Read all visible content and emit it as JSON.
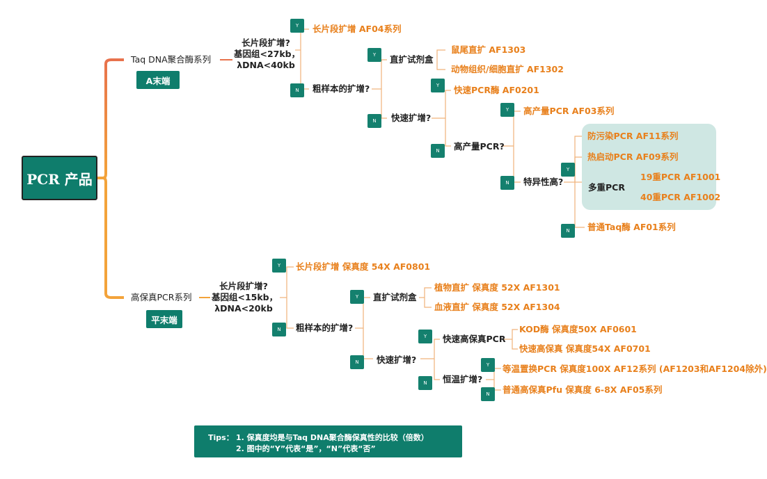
{
  "root": "PCR 产品",
  "upper": {
    "series": "Taq DNA聚合酶系列",
    "tag": "A末端",
    "q1": [
      "长片段扩增?",
      "基因组<27kb，",
      "λDNA<40kb"
    ],
    "y1": "长片段扩增 AF04系列",
    "q2": "粗样本的扩增?",
    "q3": "直扩试剂盒",
    "kit1": "鼠尾直扩 AF1303",
    "kit2": "动物组织/细胞直扩 AF1302",
    "q4": "快速扩增?",
    "fast": "快速PCR酶 AF0201",
    "q5": "高产量PCR?",
    "high": "高产量PCR AF03系列",
    "q6": "特异性高?",
    "spec1": "防污染PCR AF11系列",
    "spec2": "热启动PCR AF09系列",
    "multi": "多重PCR",
    "m1": "19重PCR AF1001",
    "m2": "40重PCR AF1002",
    "normal": "普通Taq酶 AF01系列"
  },
  "lower": {
    "series": "高保真PCR系列",
    "tag": "平末端",
    "q1": [
      "长片段扩增?",
      "基因组<15kb，",
      "λDNA<20kb"
    ],
    "y1": "长片段扩增  保真度 54X AF0801",
    "q2": "粗样本的扩增?",
    "q3": "直扩试剂盒",
    "kit1": "植物直扩 保真度 52X AF1301",
    "kit2": "血液直扩 保真度 52X AF1304",
    "q4": "快速扩增?",
    "fastkit": "快速高保真PCR",
    "f1": "KOD酶 保真度50X AF0601",
    "f2": "快速高保真 保真度54X AF0701",
    "q5": "恒温扩增?",
    "iso": "等温置换PCR 保真度100X AF12系列 (AF1203和AF1204除外)",
    "pfu": "普通高保真Pfu 保真度 6-8X AF05系列"
  },
  "yn": {
    "y": "Y",
    "n": "N"
  },
  "tips": {
    "label": "Tips：",
    "line1": "1. 保真度均是与Taq DNA聚合酶保真性的比较（倍数）",
    "line2": "2. 图中的“Y”代表“是”，“N”代表“否”"
  },
  "colors": {
    "teal": "#0f7d6c",
    "orange": "#e8801c",
    "highlight": "#cfe7e3"
  }
}
